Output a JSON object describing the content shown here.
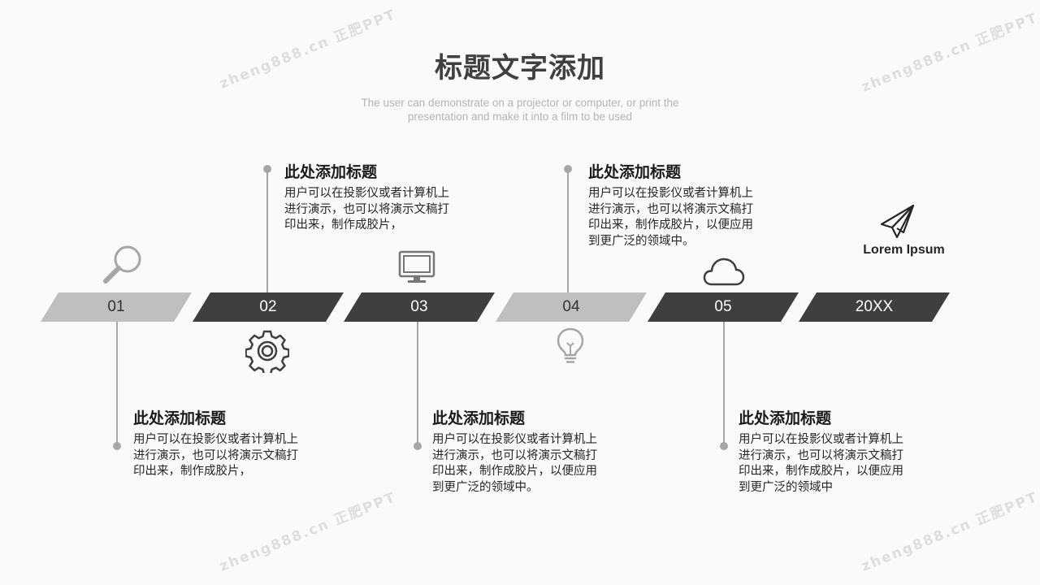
{
  "header": {
    "title": "标题文字添加",
    "subtitle_line1": "The user can demonstrate on a projector or computer, or print the",
    "subtitle_line2": "presentation and make it into a film to be used"
  },
  "timeline": {
    "segments": [
      {
        "label": "01",
        "tone": "light"
      },
      {
        "label": "02",
        "tone": "dark"
      },
      {
        "label": "03",
        "tone": "dark"
      },
      {
        "label": "04",
        "tone": "light"
      },
      {
        "label": "05",
        "tone": "dark"
      },
      {
        "label": "20XX",
        "tone": "dark"
      }
    ],
    "end_label": "Lorem Ipsum"
  },
  "items": [
    {
      "heading": "此处添加标题",
      "lines": [
        "用户可以在投影仪或者计算机上",
        "进行演示，也可以将演示文稿打",
        "印出来，制作成胶片，"
      ]
    },
    {
      "heading": "此处添加标题",
      "lines": [
        "用户可以在投影仪或者计算机上",
        "进行演示，也可以将演示文稿打",
        "印出来，制作成胶片，"
      ]
    },
    {
      "heading": "此处添加标题",
      "lines": [
        "用户可以在投影仪或者计算机上",
        "进行演示，也可以将演示文稿打",
        "印出来，制作成胶片，以便应用",
        "到更广泛的领域中。"
      ]
    },
    {
      "heading": "此处添加标题",
      "lines": [
        "用户可以在投影仪或者计算机上",
        "进行演示，也可以将演示文稿打",
        "印出来，制作成胶片，以便应用",
        "到更广泛的领域中。"
      ]
    },
    {
      "heading": "此处添加标题",
      "lines": [
        "用户可以在投影仪或者计算机上",
        "进行演示，也可以将演示文稿打",
        "印出来，制作成胶片，以便应用",
        "到更广泛的领域中"
      ]
    }
  ],
  "icons": [
    "magnifier-icon",
    "gear-icon",
    "monitor-icon",
    "lightbulb-icon",
    "cloud-icon",
    "paper-plane-icon"
  ],
  "watermark": "zheng888.cn 正肥PPT",
  "colors": {
    "dark": "#3f3f3f",
    "light": "#bfbfbf",
    "line": "#a6a6a6",
    "title": "#404040"
  }
}
